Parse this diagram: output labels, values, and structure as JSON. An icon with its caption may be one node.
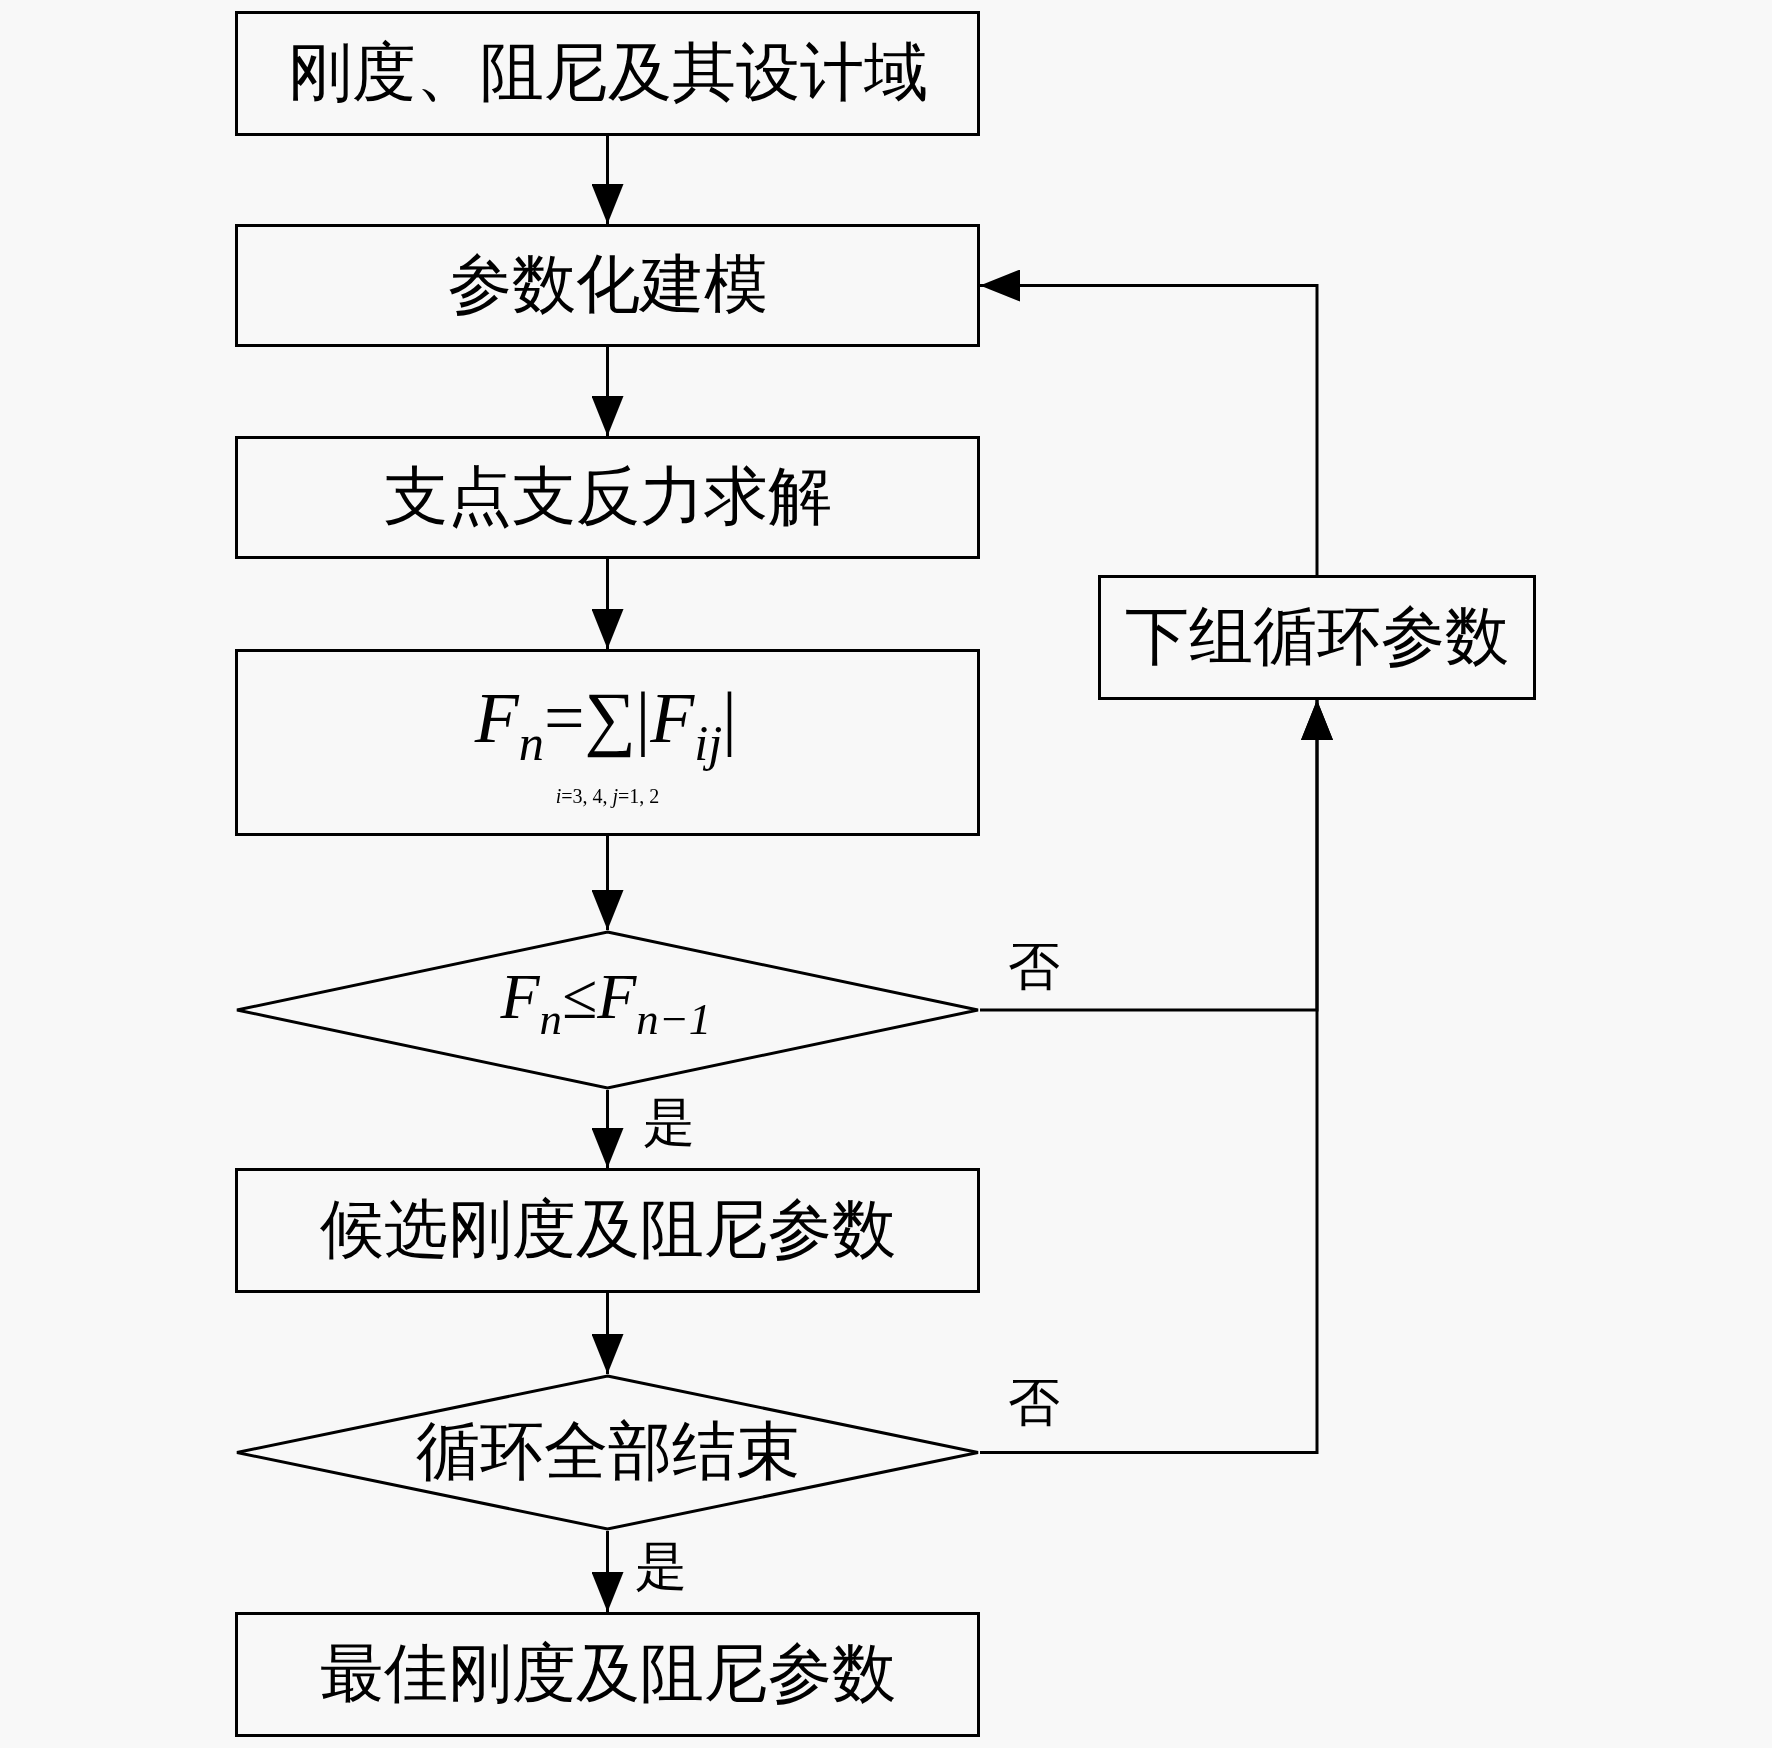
{
  "diagram": {
    "nodes": [
      {
        "text": [
          "刚度、阻尼及其设计域"
        ]
      },
      {
        "text": [
          "参数化建模"
        ]
      },
      {
        "text": [
          "支点支反力求解"
        ]
      },
      {
        "text": [
          "*F*$_{n}$=∑|*F*$_{ij}$|",
          "*i*=3, 4, *j*=1, 2"
        ]
      },
      {
        "text": [
          "*F*$_{n}$≤*F*$_{n−1}$"
        ]
      },
      {
        "text": [
          "候选刚度及阻尼参数"
        ]
      },
      {
        "text": [
          "循环全部结束"
        ]
      },
      {
        "text": [
          "最佳刚度及阻尼参数"
        ]
      },
      {
        "text": [
          "下组循环参数"
        ]
      }
    ],
    "edges": [
      {
        "from": 0,
        "to": 1,
        "arrow": "to"
      },
      {
        "from": 1,
        "to": 2,
        "arrow": "to"
      },
      {
        "from": 2,
        "to": 3,
        "arrow": "to"
      },
      {
        "from": 3,
        "to": 4,
        "arrow": "to"
      },
      {
        "from": 4,
        "to": 5,
        "arrow": "to",
        "label": "是"
      },
      {
        "from": 5,
        "to": 6,
        "arrow": "to"
      },
      {
        "from": 6,
        "to": 7,
        "arrow": "to",
        "label": "是"
      },
      {
        "from": 4,
        "to": 8,
        "arrow": "to",
        "label": "否"
      },
      {
        "from": 6,
        "to": 8,
        "arrow": "to",
        "label": "否"
      },
      {
        "from": 8,
        "to": 1,
        "arrow": "to"
      }
    ]
  }
}
